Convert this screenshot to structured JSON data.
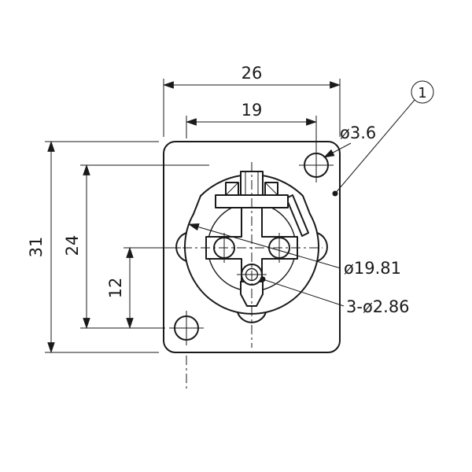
{
  "drawing": {
    "balloon_label": "1",
    "dims": {
      "outer_width": "26",
      "hole_spacing_h": "19",
      "outer_height": "31",
      "hole_spacing_v": "24",
      "pin_to_center": "12",
      "mount_hole_dia": "ø3.6",
      "connector_dia": "ø19.81",
      "contact_holes": "3-ø2.86"
    },
    "colors": {
      "ink": "#1a1a1a",
      "paper": "#ffffff"
    }
  }
}
